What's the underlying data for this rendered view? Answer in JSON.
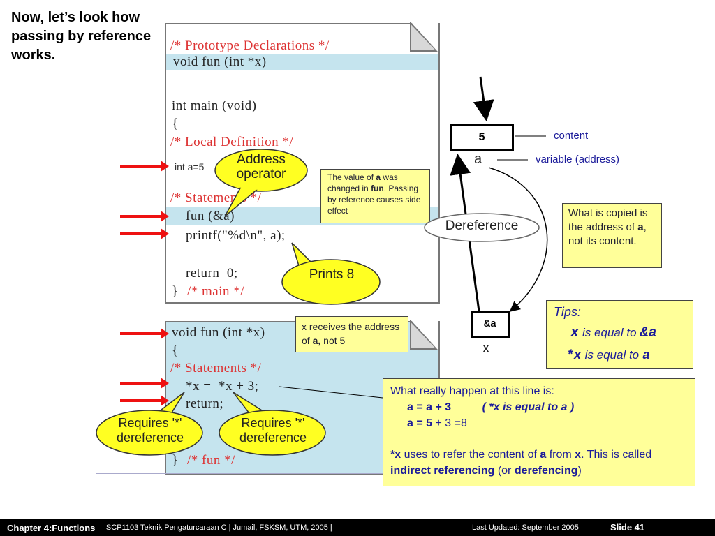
{
  "heading": "Now, let’s look how passing by reference works.",
  "main_code": {
    "comment_proto": "/* Prototype Declarations */",
    "proto": "void fun (int *x)",
    "main_sig": "int main (void)",
    "brace_open": "{",
    "comment_local": "/* Local Definition */",
    "int_a": "int a=5",
    "comment_stmts": "/* Statements */",
    "call": "fun (&a)",
    "printf": "printf(\"%d\\n\", a);",
    "ret": "return  0;",
    "brace_close": "}",
    "comment_main": "/* main */"
  },
  "fun_code": {
    "sig": "void fun (int *x)",
    "brace_open": "{",
    "comment_stmts": "/* Statements */",
    "stmt": "*x =  *x + 3;",
    "ret": "return;",
    "brace_close": "}",
    "comment_fun": "/* fun */"
  },
  "bubbles": {
    "address": "Address operator",
    "prints": "Prints 8",
    "deref1": "Requires '*' dereference",
    "deref2": "Requires '*' dereference",
    "dereference": "Dereference"
  },
  "notes": {
    "value_changed_1": "The value of ",
    "value_changed_a": "a",
    "value_changed_2": " was changed in ",
    "value_changed_fun": "fun",
    "value_changed_3": ". Passing by reference causes side effect",
    "x_receives_1": "x  receives the address of ",
    "x_receives_a": "a,",
    "x_receives_2": " not 5",
    "copied_1": "What is copied is the address of ",
    "copied_a": "a",
    "copied_2": ", not its content."
  },
  "diagram": {
    "box_a_value": "5",
    "box_a_name": "a",
    "box_x_value": "&a",
    "box_x_name": "x",
    "label_content": "content",
    "label_address": "variable (address)"
  },
  "tips": {
    "title": "Tips:",
    "l1_var": "x",
    "l1_mid": "is equal to",
    "l1_val": "&a",
    "l2_var": "*x",
    "l2_mid": "is equal to",
    "l2_val": "a"
  },
  "explain": {
    "line1": "What really happen at this line is:",
    "line2a": "a = a + 3",
    "line2b": "( *x is equal to a )",
    "line3a": "a = 5",
    "line3b": "+ 3 =8",
    "p_x": "*x",
    "p_1": " uses to refer the content of ",
    "p_a": "a",
    "p_2": " from ",
    "p_xx": "x",
    "p_3": ". This is called ",
    "p_ind": "indirect referencing",
    "p_4": " (or ",
    "p_der": "derefencing",
    "p_5": ")"
  },
  "footer": {
    "chapter": "Chapter 4:Functions",
    "course": "|   SCP1103   Teknik Pengaturcaraan C    |   Jumail, FSKSM, UTM, 2005    |",
    "updated": "Last Updated: September  2005",
    "slide": "Slide 41"
  }
}
